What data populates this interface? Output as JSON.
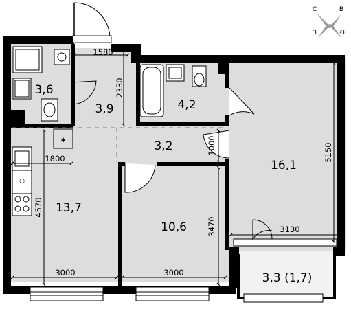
{
  "plan": {
    "rooms": [
      {
        "id": "wc",
        "area": "3,6"
      },
      {
        "id": "hall",
        "area": "3,9"
      },
      {
        "id": "bathroom",
        "area": "4,2"
      },
      {
        "id": "corridor",
        "area": "3,2"
      },
      {
        "id": "bedroom",
        "area": "16,1"
      },
      {
        "id": "kitchen",
        "area": "13,7"
      },
      {
        "id": "room",
        "area": "10,6"
      },
      {
        "id": "balcony",
        "area": "3,3 (1,7)"
      }
    ],
    "dimensions": [
      {
        "id": "hall-width",
        "value": "1580"
      },
      {
        "id": "hall-depth",
        "value": "2330"
      },
      {
        "id": "door-1000",
        "value": "1000"
      },
      {
        "id": "kitchen-1800",
        "value": "1800"
      },
      {
        "id": "bedroom-depth",
        "value": "5150"
      },
      {
        "id": "kitchen-depth",
        "value": "4570"
      },
      {
        "id": "room-depth",
        "value": "3470"
      },
      {
        "id": "bedroom-width",
        "value": "3130"
      },
      {
        "id": "kitchen-width",
        "value": "3000"
      },
      {
        "id": "room-width",
        "value": "3000"
      }
    ],
    "compass": {
      "n": "С",
      "e": "В",
      "s": "Ю",
      "w": "З"
    },
    "colors": {
      "floor": "#dddddd",
      "wall": "#000000",
      "balcony": "#f2f2f2"
    }
  }
}
